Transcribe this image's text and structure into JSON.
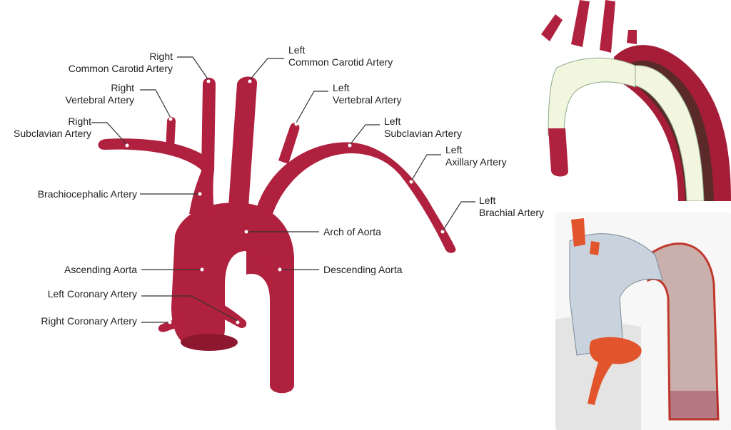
{
  "colors": {
    "artery": "#b0213f",
    "artery_shadow": "#8e1730",
    "leader": "#333333",
    "text": "#222222",
    "graft": "#f3f6df",
    "stent": "#c9d3dd"
  },
  "labels": {
    "right_common_carotid": [
      "Right",
      "Common Carotid Artery"
    ],
    "left_common_carotid": [
      "Left",
      "Common Carotid Artery"
    ],
    "right_vertebral": [
      "Right",
      "Vertebral Artery"
    ],
    "left_vertebral": [
      "Left",
      "Vertebral Artery"
    ],
    "right_subclavian": [
      "Right",
      "Subclavian Artery"
    ],
    "left_subclavian": [
      "Left",
      "Subclavian Artery"
    ],
    "left_axillary": [
      "Left",
      "Axillary Artery"
    ],
    "left_brachial": [
      "Left",
      "Brachial Artery"
    ],
    "brachiocephalic": "Brachiocephalic Artery",
    "arch_of_aorta": "Arch of Aorta",
    "ascending_aorta": "Ascending Aorta",
    "descending_aorta": "Descending Aorta",
    "left_coronary": "Left Coronary Artery",
    "right_coronary": "Right Coronary Artery"
  },
  "insets": {
    "top": "aortic-arch-hybrid-graft-illustration",
    "bottom": "aortic-arch-branched-stent-graft-illustration"
  }
}
